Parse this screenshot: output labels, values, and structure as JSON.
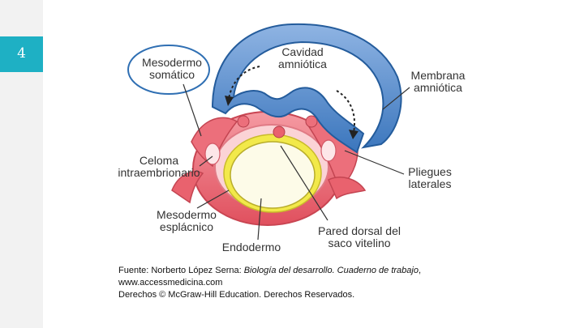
{
  "slide": {
    "number": "4"
  },
  "colors": {
    "accent_tab": "#1eb0c4",
    "amnion_blue": "#4a86c8",
    "mesoderm_red": "#e9626e",
    "endoderm_yellow": "#f2e94a",
    "highlight_circle": "#2f6fb3"
  },
  "labels": {
    "somatic_mesoderm_1": "Mesodermo",
    "somatic_mesoderm_2": "somático",
    "amniotic_cavity_1": "Cavidad",
    "amniotic_cavity_2": "amniótica",
    "amniotic_membrane_1": "Membrana",
    "amniotic_membrane_2": "amniótica",
    "celom_1": "Celoma",
    "celom_2": "intraembrionario",
    "lateral_folds_1": "Pliegues",
    "lateral_folds_2": "laterales",
    "splanchnic_1": "Mesodermo",
    "splanchnic_2": "esplácnico",
    "yolk_wall_1": "Pared dorsal del",
    "yolk_wall_2": "saco vitelino",
    "endoderm": "Endodermo"
  },
  "source": {
    "prefix": "Fuente: Norberto López Serna: ",
    "book": "Biología del desarrollo. Cuaderno de trabajo",
    "suffix": ",",
    "url": "www.accessmedicina.com",
    "rights": "Derechos © McGraw-Hill Education. Derechos Reservados."
  }
}
